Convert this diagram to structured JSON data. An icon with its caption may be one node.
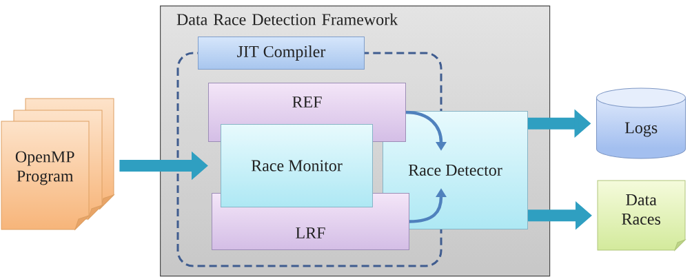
{
  "diagram": {
    "nodes": [
      {
        "text": [
          "OpenMP Program"
        ]
      },
      {
        "text": [
          "Data Race Detection Framework"
        ]
      },
      {
        "text": [
          "JIT Compiler"
        ],
        "in": 1
      },
      {
        "text": [
          "REF"
        ],
        "in": 1
      },
      {
        "text": [
          "Race Monitor"
        ],
        "in": 1
      },
      {
        "text": [
          "LRF"
        ],
        "in": 1
      },
      {
        "text": [
          "Race Detector"
        ],
        "in": 1
      },
      {
        "text": [
          "Logs"
        ]
      },
      {
        "text": [
          "Data Races"
        ]
      }
    ],
    "edges": [
      {
        "from": 0,
        "to": 4,
        "arrow": "to"
      },
      {
        "from": 6,
        "to": 7,
        "arrow": "to"
      },
      {
        "from": 6,
        "to": 8,
        "arrow": "to"
      },
      {
        "from": 3,
        "to": 6,
        "arrow": "to",
        "color": "#4f81bd"
      },
      {
        "from": 5,
        "to": 6,
        "arrow": "to",
        "color": "#4f81bd"
      }
    ]
  }
}
